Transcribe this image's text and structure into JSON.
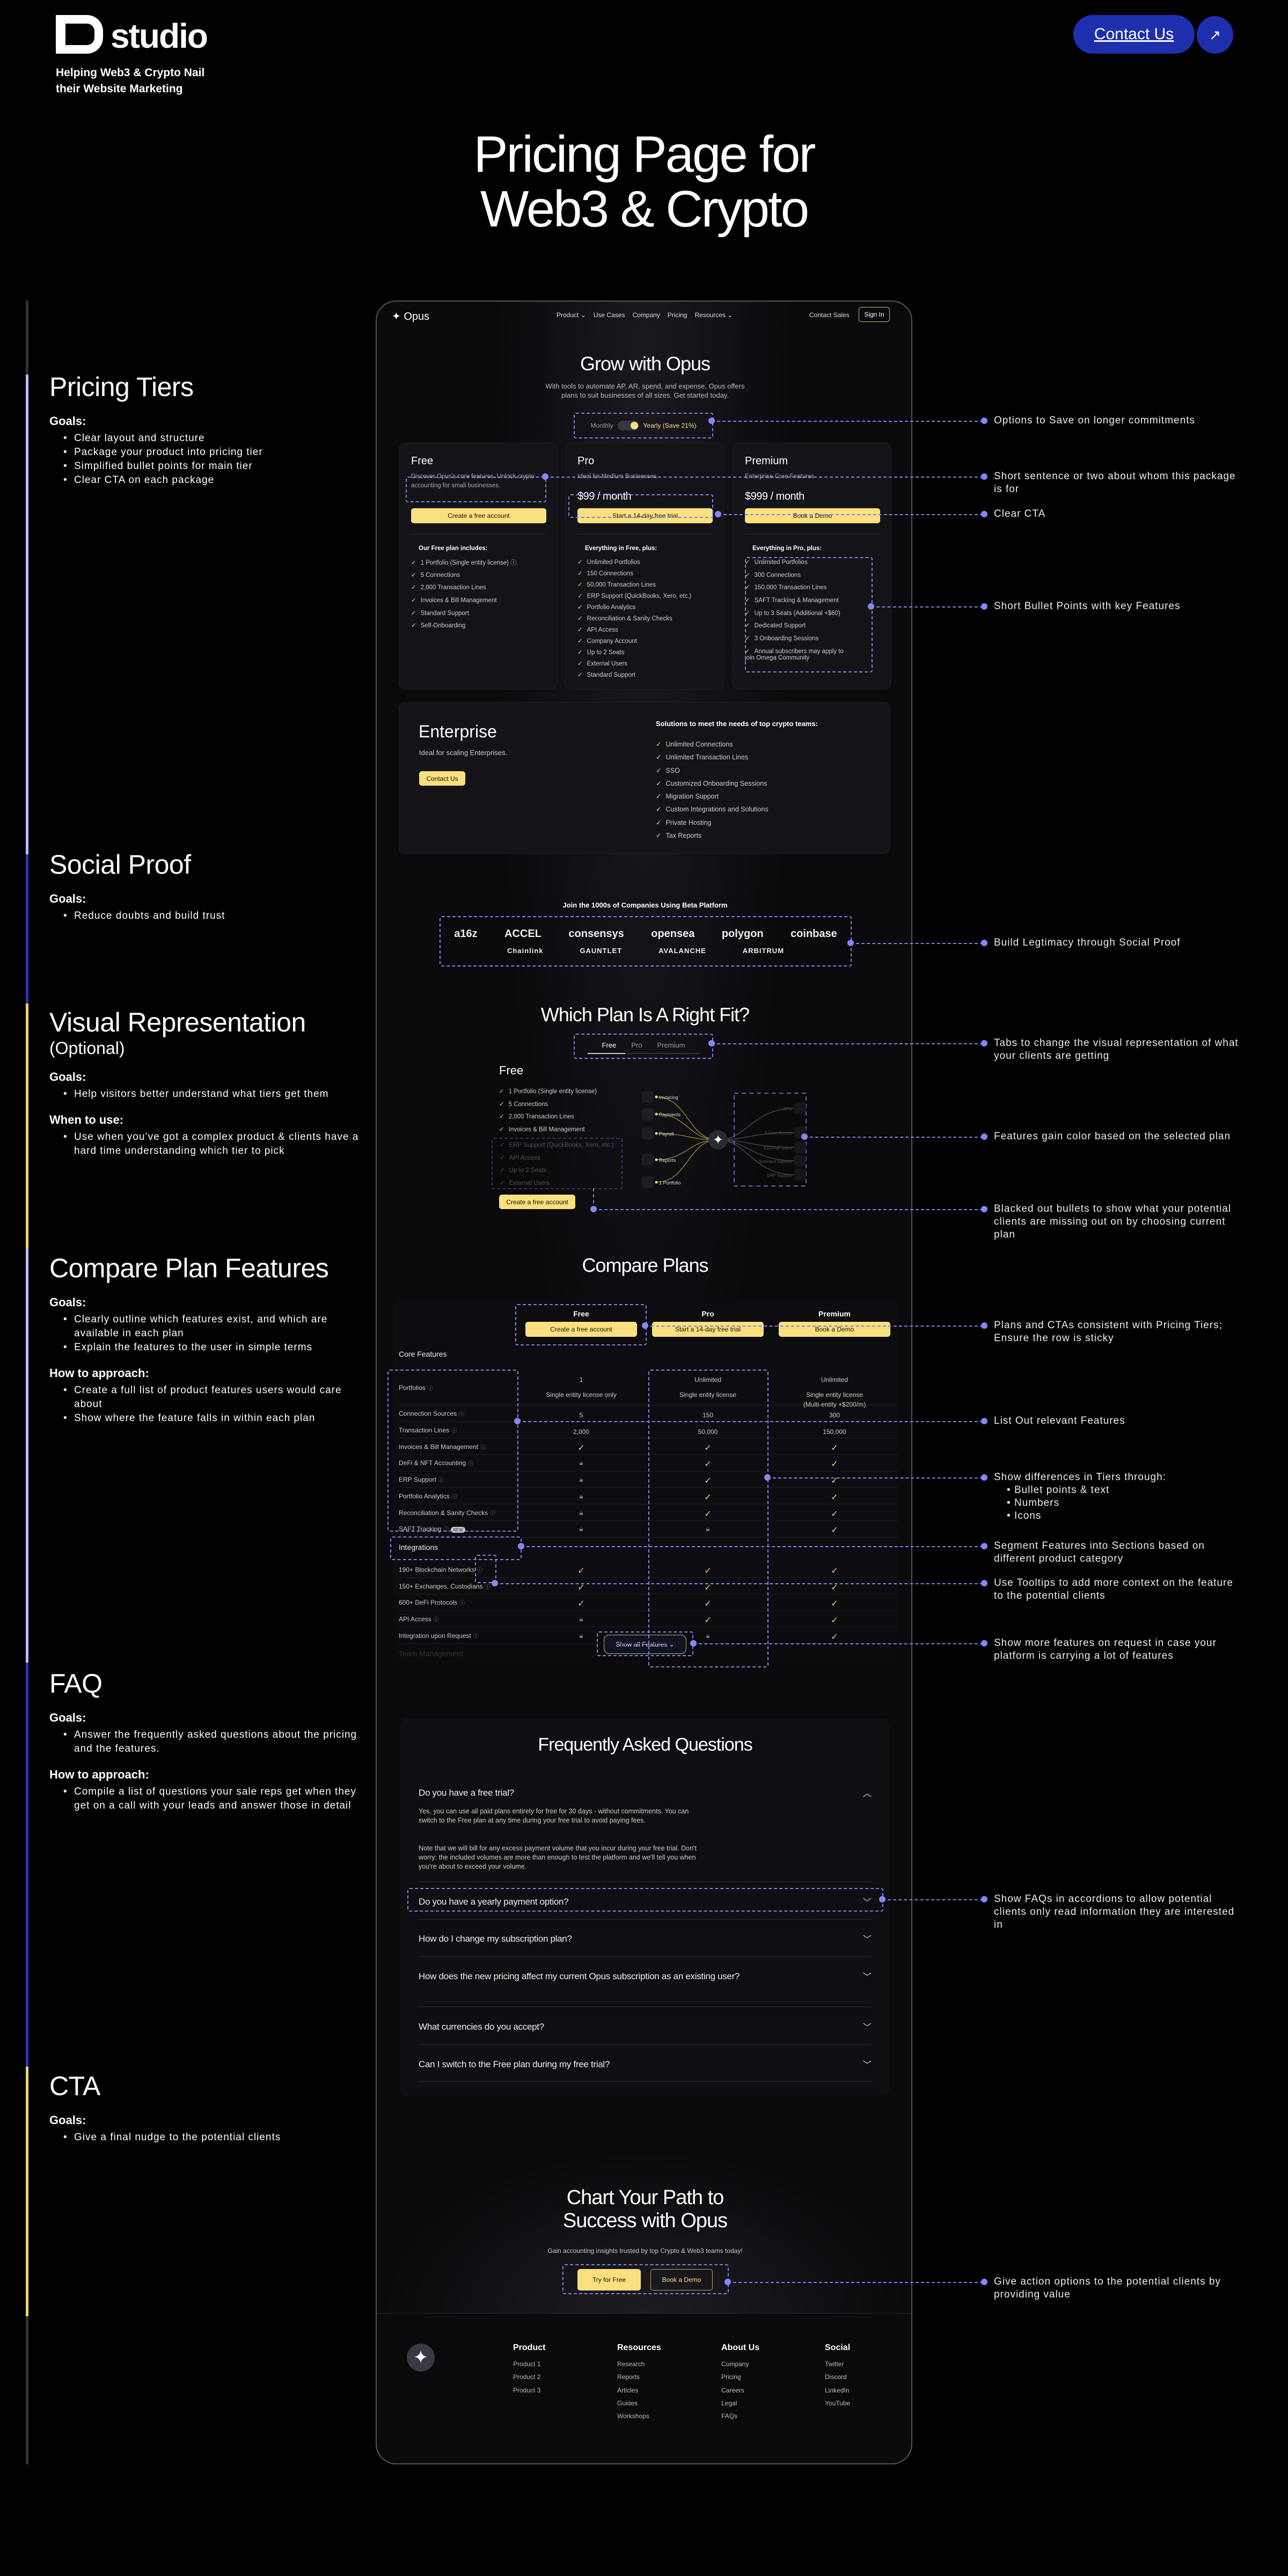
{
  "brand": {
    "name": "studio",
    "tagline_1": "Helping Web3 & Crypto Nail",
    "tagline_2": "their Website Marketing"
  },
  "header": {
    "contact_label": "Contact Us",
    "arrow_icon": "arrow-up-right-icon",
    "arrow_glyph": "↗"
  },
  "hero": {
    "line1": "Pricing Page for",
    "line2": "Web3 & Crypto"
  },
  "colors": {
    "lavender": "#b8bdf5",
    "blue": "#2536b8",
    "yellow": "#f2d56b",
    "annotation": "#7d80e6",
    "cta_yellow": "#fbe07f",
    "contact_blue": "#1e2fae"
  },
  "notes": [
    {
      "title": "Pricing Tiers",
      "groups": [
        {
          "heading": "Goals:",
          "items": [
            "Clear layout and structure",
            "Package your product into pricing tier",
            "Simplified bullet points for main tier",
            "Clear CTA on each package"
          ]
        }
      ]
    },
    {
      "title": "Social Proof",
      "groups": [
        {
          "heading": "Goals:",
          "items": [
            "Reduce doubts and build trust"
          ]
        }
      ]
    },
    {
      "title": "Visual Representation",
      "subtitle": "(Optional)",
      "groups": [
        {
          "heading": "Goals:",
          "items": [
            "Help visitors better understand what tiers get them"
          ]
        },
        {
          "heading": "When to use:",
          "items": [
            "Use when you’ve got a complex product & clients have a hard time understanding which tier to pick"
          ]
        }
      ]
    },
    {
      "title": "Compare Plan Features",
      "groups": [
        {
          "heading": "Goals:",
          "items": [
            "Clearly outline which features exist, and which are available in each plan",
            "Explain the features to the user in simple terms"
          ]
        },
        {
          "heading": "How to approach:",
          "items": [
            "Create a full list of product features users would care about",
            "Show where the feature falls in within each plan"
          ]
        }
      ]
    },
    {
      "title": "FAQ",
      "groups": [
        {
          "heading": "Goals:",
          "items": [
            "Answer the frequently asked questions about the pricing and the features."
          ]
        },
        {
          "heading": "How to approach:",
          "items": [
            "Compile a list of questions your sale reps get when they get on a call with your leads and answer those in detail"
          ]
        }
      ]
    },
    {
      "title": "CTA",
      "groups": [
        {
          "heading": "Goals:",
          "items": [
            "Give a final nudge to the potential clients"
          ]
        }
      ]
    }
  ],
  "annotations": [
    {
      "text": "Options to Save on longer commitments"
    },
    {
      "text": "Short sentence or two about whom this package is for"
    },
    {
      "text": "Clear CTA"
    },
    {
      "text": "Short Bullet Points with key Features"
    },
    {
      "text": "Build Legtimacy through Social Proof"
    },
    {
      "text": "Tabs to change the visual representation of what your clients are getting"
    },
    {
      "text": "Features gain color based on the selected plan"
    },
    {
      "text": "Blacked out bullets to show what your potential clients are missing out on by choosing current plan"
    },
    {
      "text": "Plans and CTAs consistent with Pricing Tiers; Ensure the row is sticky"
    },
    {
      "text": "List Out relevant Features"
    },
    {
      "text": "Show differences in Tiers through:",
      "items": [
        "Bullet points & text",
        "Numbers",
        "Icons"
      ]
    },
    {
      "text": "Segment Features into Sections based on different product category"
    },
    {
      "text": "Use Tooltips to add more context on the feature to the potential clients"
    },
    {
      "text": "Show more features on request in case your platform is carrying a lot of features"
    },
    {
      "text": "Show FAQs in accordions to allow potential clients only read information they are interested in"
    },
    {
      "text": "Give action options to the potential clients by providing value"
    }
  ],
  "site": {
    "logo": "Opus",
    "nav": [
      "Product ⌄",
      "Use Cases",
      "Company",
      "Pricing",
      "Resources ⌄"
    ],
    "contact_sales": "Contact Sales",
    "sign_in": "Sign In",
    "title": "Grow with Opus",
    "subtitle_1": "With tools to automate AP, AR, spend, and expense, Opus offers",
    "subtitle_2": "plans to suit businesses of all sizes. Get started today.",
    "toggle": {
      "monthly": "Monthly",
      "yearly": "Yearly (Save 21%)",
      "selected": "yearly"
    },
    "plans": [
      {
        "name": "Free",
        "desc": "Discover Opus's core features. Unlock crypto accounting for small businesses.",
        "price": "",
        "cta": "Create a free account",
        "list_title": "Our Free plan includes:",
        "features": [
          "1 Portfolio (Single entity license) ⓘ",
          "5 Connections",
          "2,000 Transaction Lines",
          "Invoices & Bill Management",
          "Standard Support",
          "Self-Onboarding"
        ]
      },
      {
        "name": "Pro",
        "desc": "Ideal for Medium Businesses.",
        "price": "$99 / month",
        "cta": "Start a 14-day free trial",
        "list_title": "Everything in Free, plus:",
        "features": [
          "Unlimited Portfolios",
          "150 Connections",
          "50,000 Transaction Lines",
          "ERP Support (QuickBooks, Xero, etc.)",
          "Portfolio Analytics",
          "Reconciliation & Sanity Checks",
          "API Access",
          "Company Account",
          "Up to 2 Seats",
          "External Users",
          "Standard Support"
        ]
      },
      {
        "name": "Premium",
        "desc": "Enterprise Core Features",
        "price": "$999 / month",
        "cta": "Book a Demo",
        "list_title": "Everything in Pro, plus:",
        "features": [
          "Unlimited Portfolios",
          "300 Connections",
          "150,000 Transaction Lines",
          "SAFT Tracking & Management",
          "Up to 3 Seats (Additional +$60)",
          "Dedicated Support",
          "3 Onboarding Sessions",
          "Annual subscribers may apply to join Omega Community"
        ]
      }
    ],
    "enterprise": {
      "name": "Enterprise",
      "desc": "Ideal for scaling Enterprises.",
      "cta": "Contact Us",
      "list_title": "Solutions to meet the needs of top crypto teams:",
      "features": [
        "Unlimited Connections",
        "Unlimited Transaction Lines",
        "SSO",
        "Customized Onboarding Sessions",
        "Migration Support",
        "Custom Integrations and Solutions",
        "Private Hosting",
        "Tax Reports"
      ]
    },
    "social": {
      "title": "Join the 1000s of Companies Using Beta Platform",
      "logos_row1": [
        "a16z",
        "ACCEL",
        "consensys",
        "opensea",
        "polygon",
        "coinbase"
      ],
      "logos_row2": [
        "Chainlink",
        "GAUNTLET",
        "AVALANCHE",
        "ARBITRUM"
      ]
    },
    "fit": {
      "title": "Which Plan Is A Right Fit?",
      "tabs": [
        "Free",
        "Pro",
        "Premium"
      ],
      "active_tab": "Free",
      "plan": "Free",
      "included": [
        "1 Portfolio (Single entity license)",
        "5 Connections",
        "2,000 Transaction Lines",
        "Invoices & Bill Management"
      ],
      "missing": [
        "ERP Support (QuickBooks, Xero, etc.)",
        "API Access",
        "Up to 2 Seats",
        "External Users"
      ],
      "cta": "Create a free account",
      "nodes_active": [
        "Invoicing",
        "Payments",
        "Payroll",
        "Reports",
        "1 Portfolio"
      ],
      "nodes_inactive": [
        "APIs",
        "2 User Access",
        "External Users",
        "Standard Support",
        "ERP Support"
      ]
    },
    "compare": {
      "title": "Compare Plans",
      "plans": [
        {
          "name": "Free",
          "cta": "Create a free account"
        },
        {
          "name": "Pro",
          "cta": "Start a 14-day free trial"
        },
        {
          "name": "Premium",
          "cta": "Book a Demo"
        }
      ],
      "sections": [
        {
          "name": "Core Features",
          "rows": [
            {
              "label": "Portfolios",
              "cells": [
                [
                  "1",
                  "Single entity license only"
                ],
                [
                  "Unlimited",
                  "Single entity license"
                ],
                [
                  "Unlimited",
                  "Single entity license",
                  "(Multi-entity +$200/m)"
                ]
              ]
            },
            {
              "label": "Connection Sources",
              "cells": [
                [
                  "5"
                ],
                [
                  "150"
                ],
                [
                  "300"
                ]
              ]
            },
            {
              "label": "Transaction Lines",
              "cells": [
                [
                  "2,000"
                ],
                [
                  "50,000"
                ],
                [
                  "150,000"
                ]
              ]
            },
            {
              "label": "Invoices & Bill Management",
              "cells": [
                [
                  "check"
                ],
                [
                  "check"
                ],
                [
                  "check"
                ]
              ]
            },
            {
              "label": "DeFi & NFT Accounting",
              "cells": [
                [
                  "lock"
                ],
                [
                  "check"
                ],
                [
                  "check"
                ]
              ]
            },
            {
              "label": "ERP Support",
              "cells": [
                [
                  "lock"
                ],
                [
                  "check"
                ],
                [
                  "check"
                ]
              ]
            },
            {
              "label": "Portfolio Analytics",
              "cells": [
                [
                  "lock"
                ],
                [
                  "check"
                ],
                [
                  "check"
                ]
              ]
            },
            {
              "label": "Reconciliation & Sanity Checks",
              "cells": [
                [
                  "lock"
                ],
                [
                  "check"
                ],
                [
                  "check"
                ]
              ]
            },
            {
              "label": "SAFT Tracking",
              "badge": "NEW",
              "cells": [
                [
                  "lock"
                ],
                [
                  "lock"
                ],
                [
                  "check"
                ]
              ]
            }
          ]
        },
        {
          "name": "Integrations",
          "rows": [
            {
              "label": "190+ Blockchain Networks",
              "cells": [
                [
                  "check"
                ],
                [
                  "check"
                ],
                [
                  "check"
                ]
              ]
            },
            {
              "label": "150+ Exchanges, Custodians",
              "cells": [
                [
                  "check"
                ],
                [
                  "check"
                ],
                [
                  "check"
                ]
              ]
            },
            {
              "label": "600+ DeFi Protocols",
              "cells": [
                [
                  "check"
                ],
                [
                  "check"
                ],
                [
                  "check"
                ]
              ]
            },
            {
              "label": "API Access",
              "cells": [
                [
                  "lock"
                ],
                [
                  "check"
                ],
                [
                  "check"
                ]
              ]
            },
            {
              "label": "Integration upon Request",
              "cells": [
                [
                  "lock"
                ],
                [
                  "lock"
                ],
                [
                  "check"
                ]
              ]
            }
          ]
        },
        {
          "name": "Team Management",
          "rows": []
        }
      ],
      "show_all": "Show all Features ⌄"
    },
    "faq": {
      "title": "Frequently Asked Questions",
      "items": [
        {
          "q": "Do you have a free trial?",
          "open": true,
          "a1": "Yes, you can use all paid plans entirely for free for 30 days - without commitments. You can switch to the Free plan at any time during your free trial to avoid paying fees.",
          "a2": "Note that we will bill for any excess payment volume that you incur during your free trial. Don't worry: the included volumes are more than enough to test the platform and we'll tell you when you're about to exceed your volume."
        },
        {
          "q": "Do you have a yearly payment option?",
          "open": false
        },
        {
          "q": "How do I change my subscription plan?",
          "open": false
        },
        {
          "q": "How does the new pricing affect my current Opus subscription as an existing user?",
          "open": false
        },
        {
          "q": "What currencies do you accept?",
          "open": false
        },
        {
          "q": "Can I switch to the Free plan during my free trial?",
          "open": false
        }
      ]
    },
    "cta": {
      "title_1": "Chart Your Path to",
      "title_2": "Success with Opus",
      "subtitle": "Gain accounting insights trusted by top Crypto & Web3 teams today!",
      "primary": "Try for Free",
      "secondary": "Book a Demo"
    },
    "footer": {
      "columns": [
        {
          "title": "Product",
          "items": [
            "Product 1",
            "Product 2",
            "Product 3"
          ]
        },
        {
          "title": "Resources",
          "items": [
            "Research",
            "Reports",
            "Articles",
            "Guides",
            "Workshops"
          ]
        },
        {
          "title": "About Us",
          "items": [
            "Company",
            "Pricing",
            "Careers",
            "Legal",
            "FAQs"
          ]
        },
        {
          "title": "Social",
          "items": [
            "Twitter",
            "Discord",
            "LinkedIn",
            "YouTube"
          ]
        }
      ]
    }
  }
}
